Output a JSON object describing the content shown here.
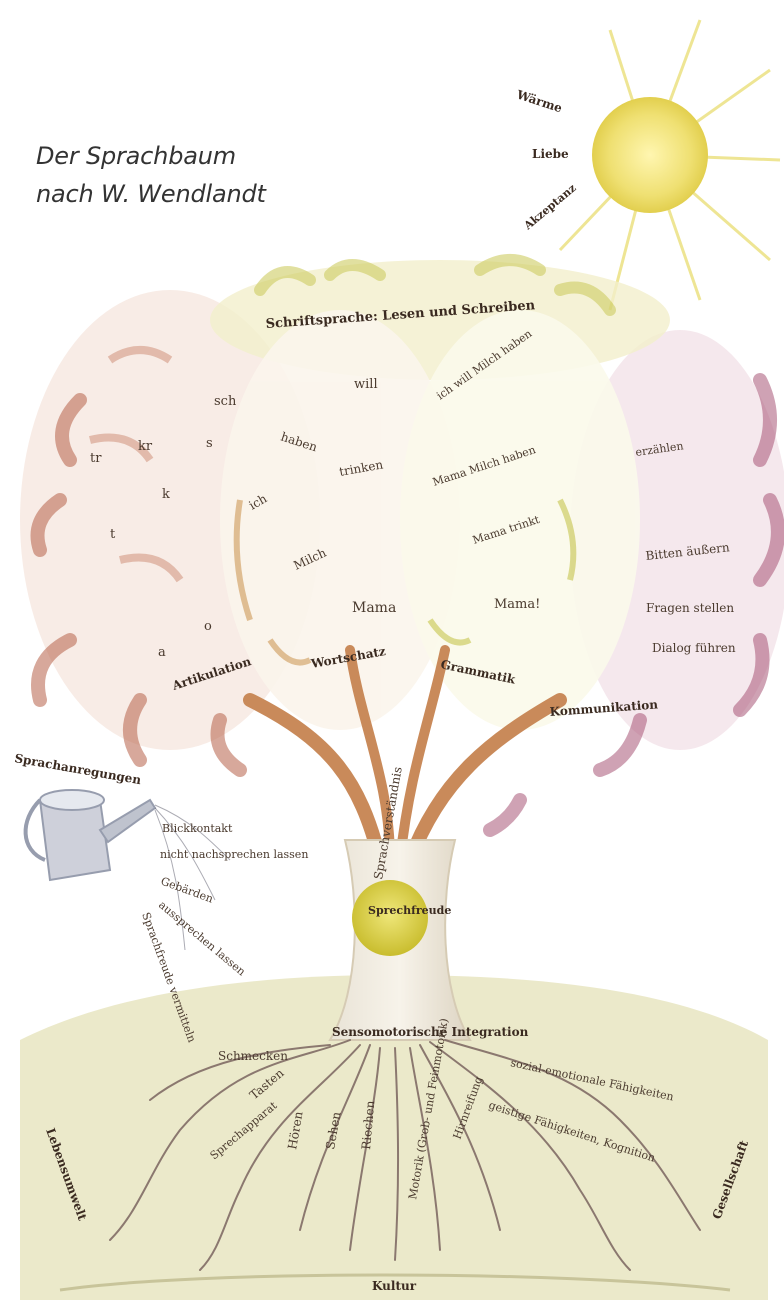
{
  "title": {
    "line1": "Der Sprachbaum",
    "line2": "nach W. Wendlandt"
  },
  "sun": {
    "labels": [
      "Wärme",
      "Liebe",
      "Akzeptanz"
    ],
    "color": "#e8d85a"
  },
  "crown": {
    "top_label": "Schriftsprache: Lesen und Schreiben",
    "articulation": {
      "heading": "Artikulation",
      "sounds": [
        "sch",
        "kr",
        "s",
        "tr",
        "k",
        "t",
        "o",
        "a"
      ]
    },
    "vocabulary": {
      "heading": "Wortschatz",
      "words": [
        "will",
        "haben",
        "trinken",
        "ich",
        "Milch",
        "Mama"
      ]
    },
    "grammar": {
      "heading": "Grammatik",
      "sentences": [
        "ich will Milch haben",
        "Mama Milch haben",
        "Mama trinkt",
        "Mama!"
      ]
    },
    "communication": {
      "heading": "Kommunikation",
      "items": [
        "erzählen",
        "Bitten äußern",
        "Fragen stellen",
        "Dialog führen"
      ]
    }
  },
  "trunk": {
    "label": "Sprachverständnis",
    "core": "Sprechfreude"
  },
  "watering_can": {
    "heading": "Sprachanregungen",
    "items": [
      "Blickkontakt",
      "nicht nachsprechen lassen",
      "Gebärden",
      "aussprechen lassen",
      "Sprachfreude vermitteln"
    ]
  },
  "roots": {
    "base": "Sensomotorische Integration",
    "items": [
      "Schmecken",
      "Tasten",
      "Sprechapparat",
      "Hören",
      "Sehen",
      "Riechen",
      "Motorik (Grob- und Feinmotorik)",
      "Hirnreifung",
      "sozial-emotionale Fähigkeiten",
      "geistige Fähigkeiten, Kognition"
    ]
  },
  "ground": {
    "left": "Lebensumwelt",
    "right": "Gesellschaft",
    "bottom": "Kultur"
  },
  "colors": {
    "articulation": "#b0553a",
    "vocabulary": "#c9914a",
    "grammar": "#c2c03a",
    "communication": "#a0486a",
    "ground": "#d9d6a8",
    "trunk": "#c98a5a"
  }
}
